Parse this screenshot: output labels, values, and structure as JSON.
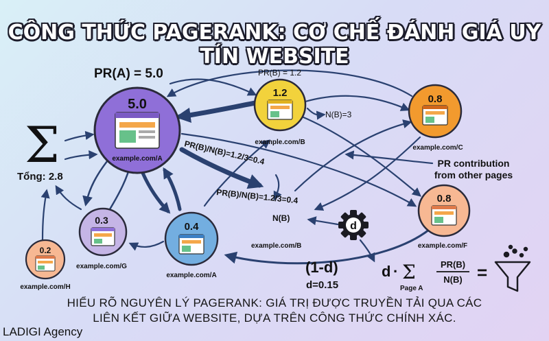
{
  "title": "CÔNG THỨC PAGERANK: CƠ CHẾ ĐÁNH GIÁ UY TÍN WEBSITE",
  "caption_line1": "HIỂU RÕ NGUYÊN LÝ PAGERANK: GIÁ TRỊ ĐƯỢC TRUYỀN TẢI QUA CÁC",
  "caption_line2": "LIÊN KẾT GIỮA WEBSITE, DỰA TRÊN CÔNG THỨC CHÍNH XÁC.",
  "brand": "LADIGI Agency",
  "colors": {
    "purple": "#8f6fd8",
    "yellow": "#f2d23c",
    "orange": "#f29a2e",
    "peach": "#f7b893",
    "lavender": "#c5b5e6",
    "blue": "#73aee0",
    "arrow": "#2a4170"
  },
  "pages": {
    "A": {
      "value": "5.0",
      "url": "example.com/A"
    },
    "B": {
      "value": "1.2",
      "url": "example.com/B"
    },
    "C": {
      "value": "0.8",
      "url": "example.com/C"
    },
    "F": {
      "value": "0.8",
      "url": "example.com/F"
    },
    "G": {
      "value": "0.3",
      "url": "example.com/G"
    },
    "A2": {
      "value": "0.4",
      "url": "example.com/A"
    },
    "H": {
      "value": "0.2",
      "url": "example.com/H"
    },
    "B2": {
      "url": "example.com/B"
    }
  },
  "labels": {
    "pr_a": "PR(A) = 5.0",
    "pr_b": "PR(B) = 1.2",
    "nb3": "N(B)=3",
    "sigma": "Σ",
    "total": "Tổng: 2.8",
    "calc1": "PR(B)/N(B)=1.2/3=0.4",
    "calc2": "PR(B)/N(B)=1.2/3=0.4",
    "nb": "N(B)",
    "contribution_line1": "PR contribution",
    "contribution_line2": "from other pages",
    "damping_gear": "d",
    "one_minus_d": "(1-d)",
    "d_value": "d=0.15"
  },
  "formula": {
    "d": "d",
    "dot": "·",
    "sum": "Σ",
    "sub": "Page A",
    "numerator": "PR(B)",
    "denominator": "N(B)",
    "equals": "="
  }
}
